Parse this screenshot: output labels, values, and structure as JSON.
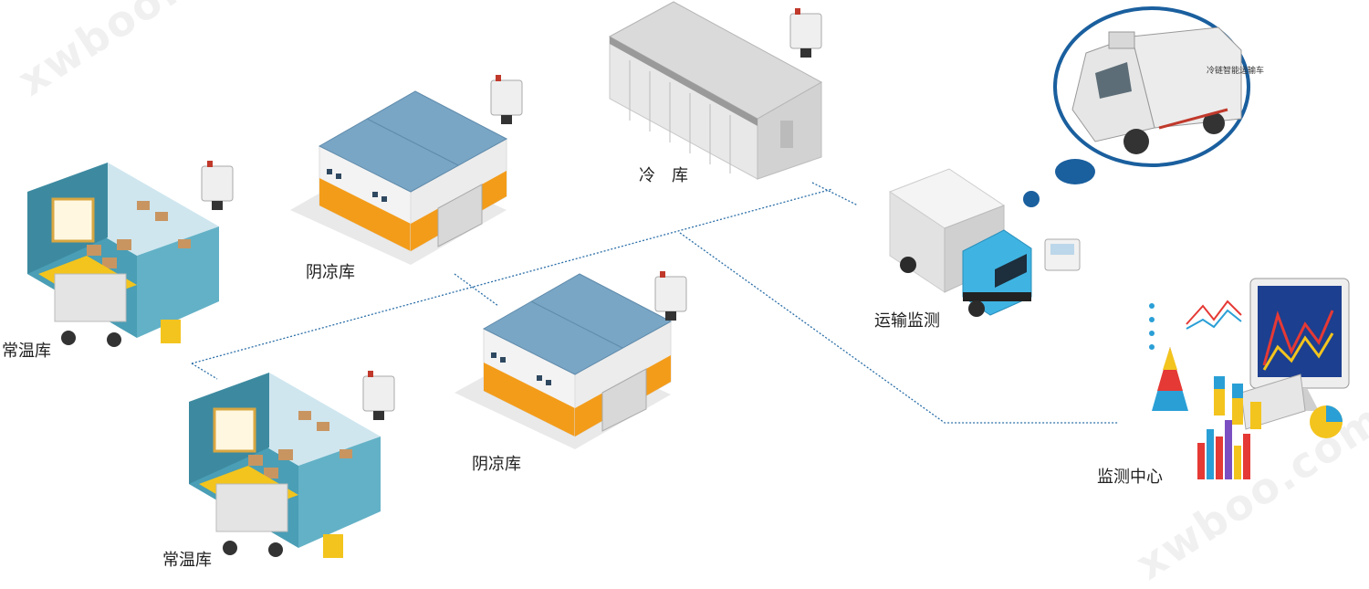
{
  "labels": {
    "cold_storage": "冷　库",
    "cool_storage_top": "阴凉库",
    "cool_storage_bottom": "阴凉库",
    "normal_storage_top": "常温库",
    "normal_storage_bottom": "常温库",
    "transport_monitoring": "运输监测",
    "monitoring_center": "监测中心"
  },
  "truck_text": "冷链智能运输车",
  "watermark": "xwboo.com",
  "colors": {
    "roof_blue": "#7aa6c6",
    "wall_white": "#f2f2f2",
    "band_orange": "#f39c1a",
    "cab_blue": "#3fb4e3",
    "bubble_blue": "#1a5f9e",
    "room_teal": "#4a9eb5",
    "line_blue": "#2c6fa8"
  }
}
